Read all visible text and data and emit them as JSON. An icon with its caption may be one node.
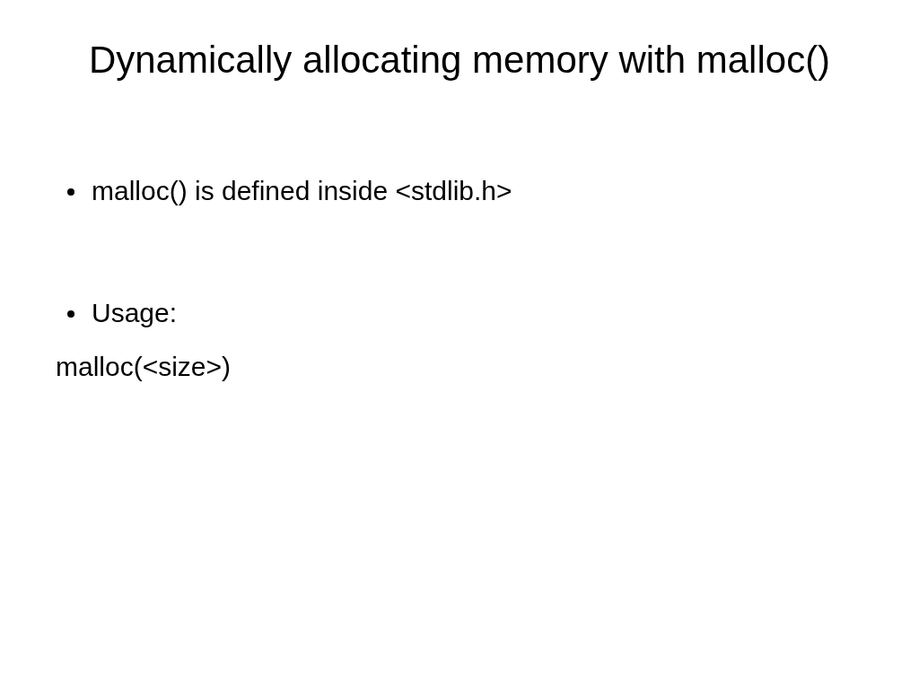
{
  "diagram": {
    "title": "Dynamically allocating memory with malloc()",
    "labels": [
      "malloc() is defined inside <stdlib.h>",
      "Usage:",
      "malloc(<size>)"
    ]
  }
}
